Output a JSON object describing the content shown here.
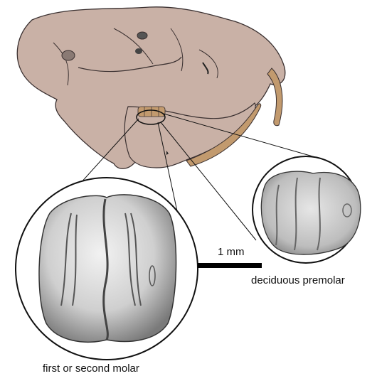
{
  "labels": {
    "scale_bar": "1 mm",
    "premolar": "deciduous premolar",
    "molar": "first or second molar"
  },
  "colors": {
    "skull": "#c9b1a6",
    "skull_outline": "#3a3030",
    "incisor": "#c29a6e",
    "tooth_surface": "#d9d9d9",
    "tooth_ridge": "#555555",
    "circle_outline": "#111111"
  }
}
